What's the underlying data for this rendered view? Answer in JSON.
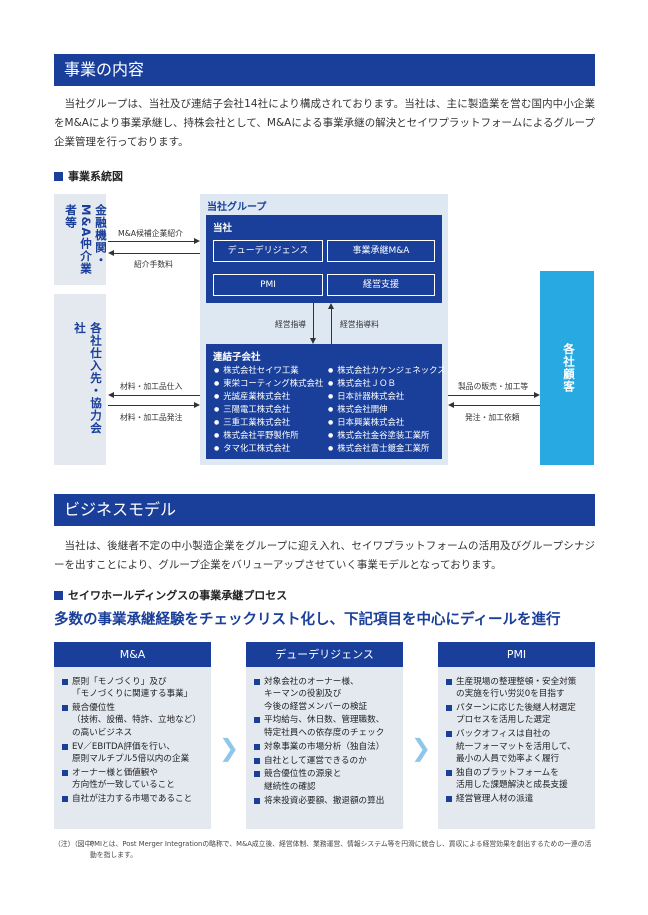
{
  "section1": {
    "title": "事業の内容",
    "paragraph": "当社グループは、当社及び連結子会社14社により構成されております。当社は、主に製造業を営む国内中小企業をM&Aにより事業承継し、持株会社として、M&Aによる事業承継の解決とセイワプラットフォームによるグループ企業管理を行っております。"
  },
  "diagram": {
    "heading": "事業系統図",
    "left_top_box": "金融機関・\nM&A仲介業者等",
    "left_bottom_box": "各社仕入先・協力会社",
    "group_title": "当社グループ",
    "company": {
      "title": "当社",
      "cells": [
        "デューデリジェンス",
        "事業承継M&A",
        "PMI",
        "経営支援"
      ]
    },
    "subsidiaries": {
      "title": "連結子会社",
      "left": [
        "株式会社セイワ工業",
        "東栄コーティング株式会社",
        "光誠産業株式会社",
        "三陽電工株式会社",
        "三重工業株式会社",
        "株式会社平野製作所",
        "タマ化工株式会社"
      ],
      "right": [
        "株式会社カケンジェネックス",
        "株式会社ＪＯＢ",
        "日本計器株式会社",
        "株式会社開伸",
        "日本興業株式会社",
        "株式会社金谷塗装工業所",
        "株式会社富士鍍金工業所"
      ]
    },
    "customers": "各社顧客",
    "labels": {
      "ma_candidates": "M&A候補企業紹介",
      "intro_fee": "紹介手数料",
      "mgmt_guidance": "経営指導",
      "mgmt_fee": "経営指導料",
      "materials_in": "材料・加工品仕入",
      "materials_out": "材料・加工品発注",
      "sales": "製品の販売・加工等",
      "orders": "発注・加工依頼"
    }
  },
  "section2": {
    "title": "ビジネスモデル",
    "paragraph": "当社は、後継者不定の中小製造企業をグループに迎え入れ、セイワプラットフォームの活用及びグループシナジーを出すことにより、グループ企業をバリューアップさせていく事業モデルとなっております。",
    "process_heading": "セイワホールディングスの事業承継プロセス",
    "tagline": "多数の事業承継経験をチェックリスト化し、下記項目を中心にディールを進行",
    "columns": [
      {
        "title": "M&A",
        "items": [
          "原則「モノづくり」及び\n「モノづくりに関連する事業」",
          "競合優位性\n（技術、設備、特許、立地など）\nの高いビジネス",
          "EV／EBITDA評価を行い、\n原則マルチプル5倍以内の企業",
          "オーナー様と価値観や\n方向性が一致していること",
          "自社が注力する市場であること"
        ]
      },
      {
        "title": "デューデリジェンス",
        "items": [
          "対象会社のオーナー様、\nキーマンの役割及び\n今後の経営メンバーの検証",
          "平均給与、休日数、管理職数、\n特定社員への依存度のチェック",
          "対象事業の市場分析（独自法）",
          "自社として運営できるのか",
          "競合優位性の源泉と\n継続性の確認",
          "将来投資必要額、撤退額の算出"
        ]
      },
      {
        "title": "PMI",
        "items": [
          "生産現場の整理整頓・安全対策\nの実施を行い労災0を目指す",
          "パターンに応じた後継人材選定\nプロセスを活用した選定",
          "バックオフィスは自社の\n統一フォーマットを活用して、\n最小の人員で効率よく履行",
          "独自のプラットフォームを\n活用した課題解決と成長支援",
          "経営管理人材の派遣"
        ]
      }
    ]
  },
  "note": {
    "label": "（注）（図中）",
    "text": "PMIとは、Post Merger Integrationの略称で、M&A成立後、経営体制、業務運営、情報システム等を円滑に統合し、買収による経営効果を創出するための一連の活動を指します。"
  }
}
